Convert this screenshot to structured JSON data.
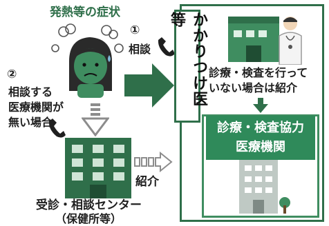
{
  "symptom_title": "発熱等の症状",
  "step1": {
    "number": "①",
    "label": "相談"
  },
  "step2": {
    "number": "②",
    "lines": [
      "相談する",
      "医療機関が",
      "無い場合"
    ]
  },
  "family_doctor": "かかりつけ医等",
  "referral_note": [
    "診療・検査を行って",
    "いない場合は紹介"
  ],
  "coop_institution": [
    "診療・検査協力",
    "医療機関"
  ],
  "referral_label": "紹介",
  "center": [
    "受診・相談センター",
    "（保健所等）"
  ],
  "colors": {
    "green": "#2f6f4a",
    "accent_green": "#2f8a5a",
    "arrow_gray": "#8c8c8c"
  }
}
